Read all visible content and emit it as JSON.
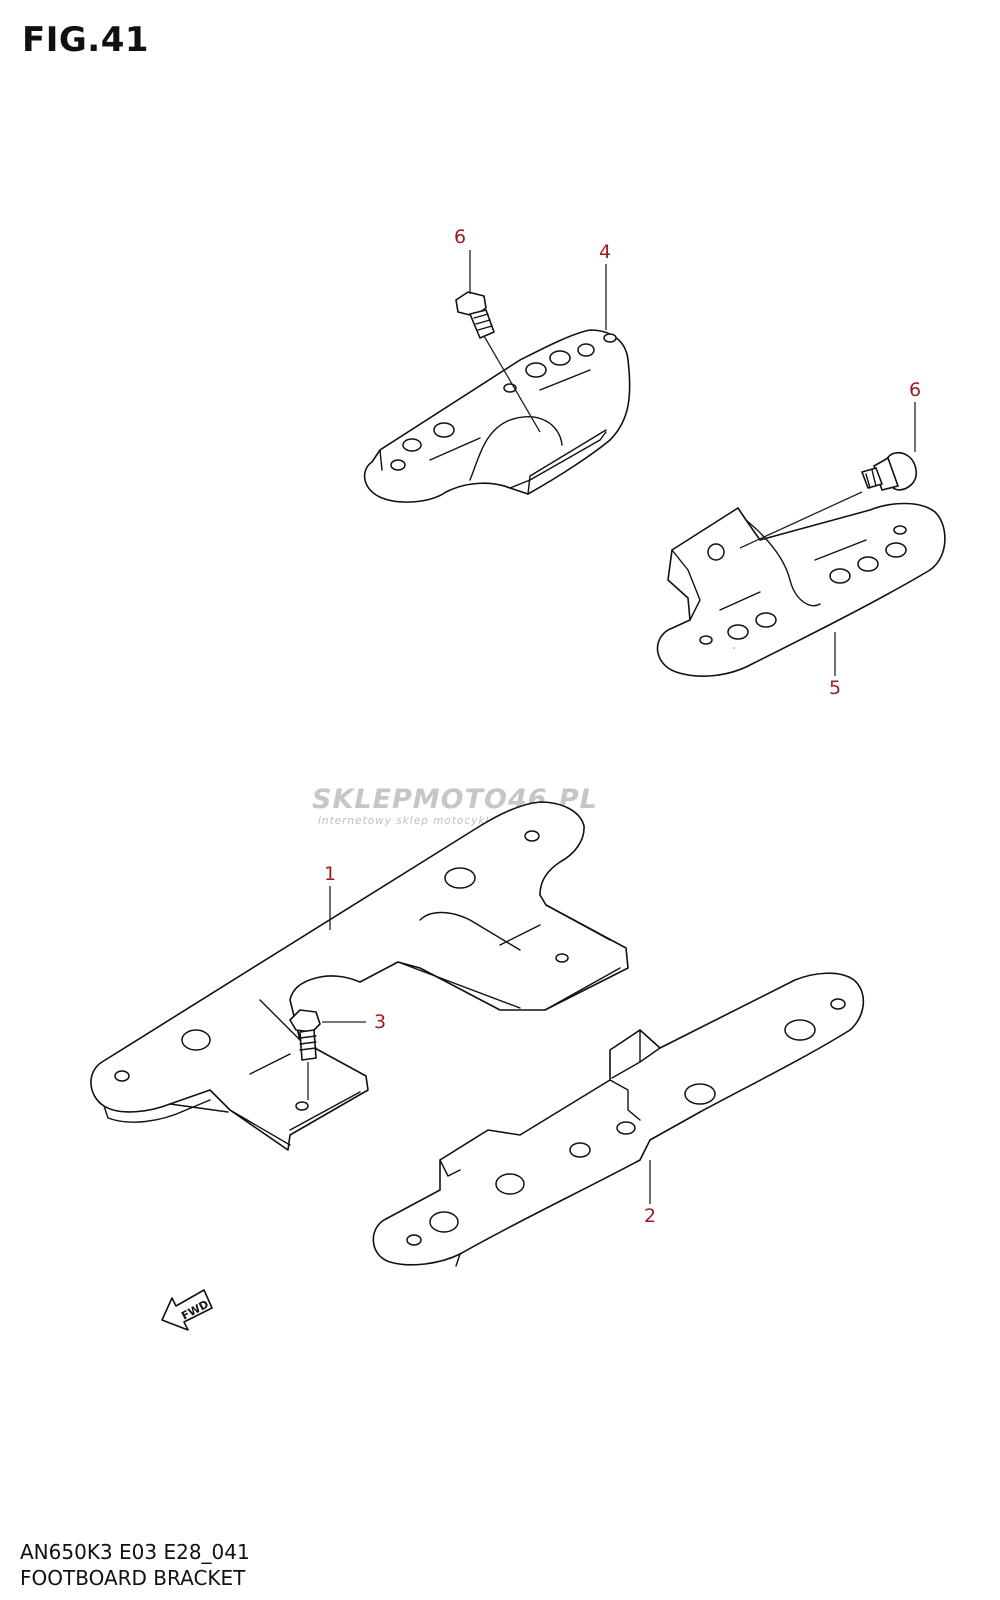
{
  "figure": {
    "title": "FIG.41",
    "model_code": "AN650K3 E03 E28_041",
    "name": "FOOTBOARD BRACKET"
  },
  "callouts": {
    "c1": "1",
    "c2": "2",
    "c3": "3",
    "c4": "4",
    "c5": "5",
    "c6a": "6",
    "c6b": "6"
  },
  "direction_marker": "FWD",
  "watermark": {
    "brand": "SKLEPMOTO46.PL",
    "tagline": "internetowy sklep motocyklowy"
  },
  "colors": {
    "callout": "#9b1c1c",
    "watermark": "#c6c6c6"
  }
}
